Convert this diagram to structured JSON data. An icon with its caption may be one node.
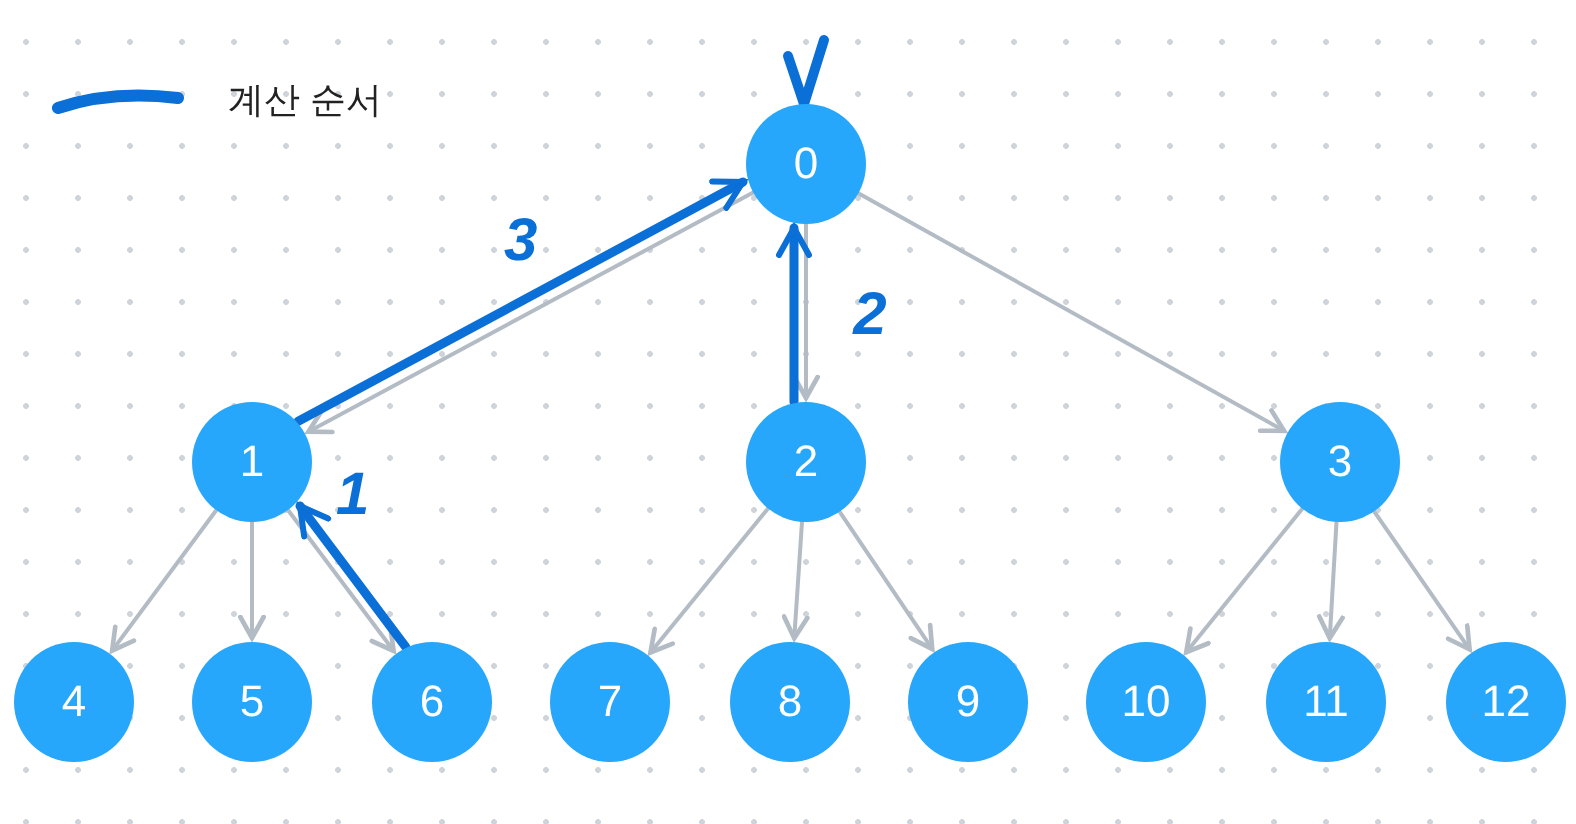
{
  "diagram": {
    "nodes": [
      {
        "text": [
          "0"
        ]
      },
      {
        "text": [
          "1"
        ]
      },
      {
        "text": [
          "2"
        ]
      },
      {
        "text": [
          "3"
        ]
      },
      {
        "text": [
          "4"
        ]
      },
      {
        "text": [
          "5"
        ]
      },
      {
        "text": [
          "6"
        ]
      },
      {
        "text": [
          "7"
        ]
      },
      {
        "text": [
          "8"
        ]
      },
      {
        "text": [
          "9"
        ]
      },
      {
        "text": [
          "10"
        ]
      },
      {
        "text": [
          "11"
        ]
      },
      {
        "text": [
          "12"
        ]
      }
    ],
    "edges": [
      {
        "from": 0,
        "to": 1,
        "arrow": "to"
      },
      {
        "from": 0,
        "to": 2,
        "arrow": "to"
      },
      {
        "from": 0,
        "to": 3,
        "arrow": "to"
      },
      {
        "from": 1,
        "to": 4,
        "arrow": "to"
      },
      {
        "from": 1,
        "to": 5,
        "arrow": "to"
      },
      {
        "from": 1,
        "to": 6,
        "arrow": "to"
      },
      {
        "from": 2,
        "to": 7,
        "arrow": "to"
      },
      {
        "from": 2,
        "to": 8,
        "arrow": "to"
      },
      {
        "from": 2,
        "to": 9,
        "arrow": "to"
      },
      {
        "from": 3,
        "to": 10,
        "arrow": "to"
      },
      {
        "from": 3,
        "to": 11,
        "arrow": "to"
      },
      {
        "from": 3,
        "to": 12,
        "arrow": "to"
      },
      {
        "from": 6,
        "to": 1,
        "arrow": "to",
        "label": "1",
        "style": "thick",
        "color": "#0a6fd6"
      },
      {
        "from": 2,
        "to": 0,
        "arrow": "to",
        "label": "2",
        "style": "thick",
        "color": "#0a6fd6"
      },
      {
        "from": 1,
        "to": 0,
        "arrow": "to",
        "label": "3",
        "style": "thick",
        "color": "#0a6fd6"
      }
    ],
    "legend": [
      {
        "text": "계산 순서"
      }
    ]
  }
}
